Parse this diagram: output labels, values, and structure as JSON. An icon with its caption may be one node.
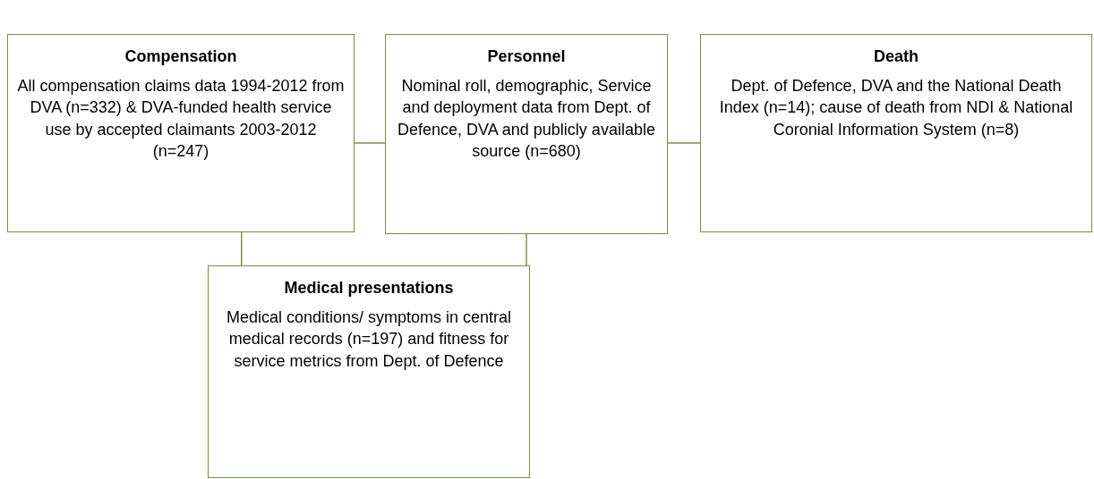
{
  "diagram": {
    "nodes": [
      {
        "text": [
          "Compensation",
          "All compensation claims data 1994-2012 from DVA (n=332) & DVA-funded health service use by accepted claimants 2003-2012 (n=247)"
        ]
      },
      {
        "text": [
          "Personnel",
          "Nominal roll, demographic, Service and deployment data from Dept. of Defence, DVA and publicly available source (n=680)"
        ]
      },
      {
        "text": [
          "Death",
          "Dept. of Defence, DVA and the National Death Index (n=14); cause of death from NDI & National Coronial Information System (n=8)"
        ]
      },
      {
        "text": [
          "Medical presentations",
          "Medical conditions/ symptoms in central medical records (n=197) and fitness for service metrics from Dept. of Defence"
        ]
      }
    ],
    "edges": [
      {
        "from": 0,
        "to": 1,
        "arrow": "none"
      },
      {
        "from": 1,
        "to": 2,
        "arrow": "none"
      },
      {
        "from": 0,
        "to": 3,
        "arrow": "none"
      },
      {
        "from": 1,
        "to": 3,
        "arrow": "none"
      }
    ]
  }
}
